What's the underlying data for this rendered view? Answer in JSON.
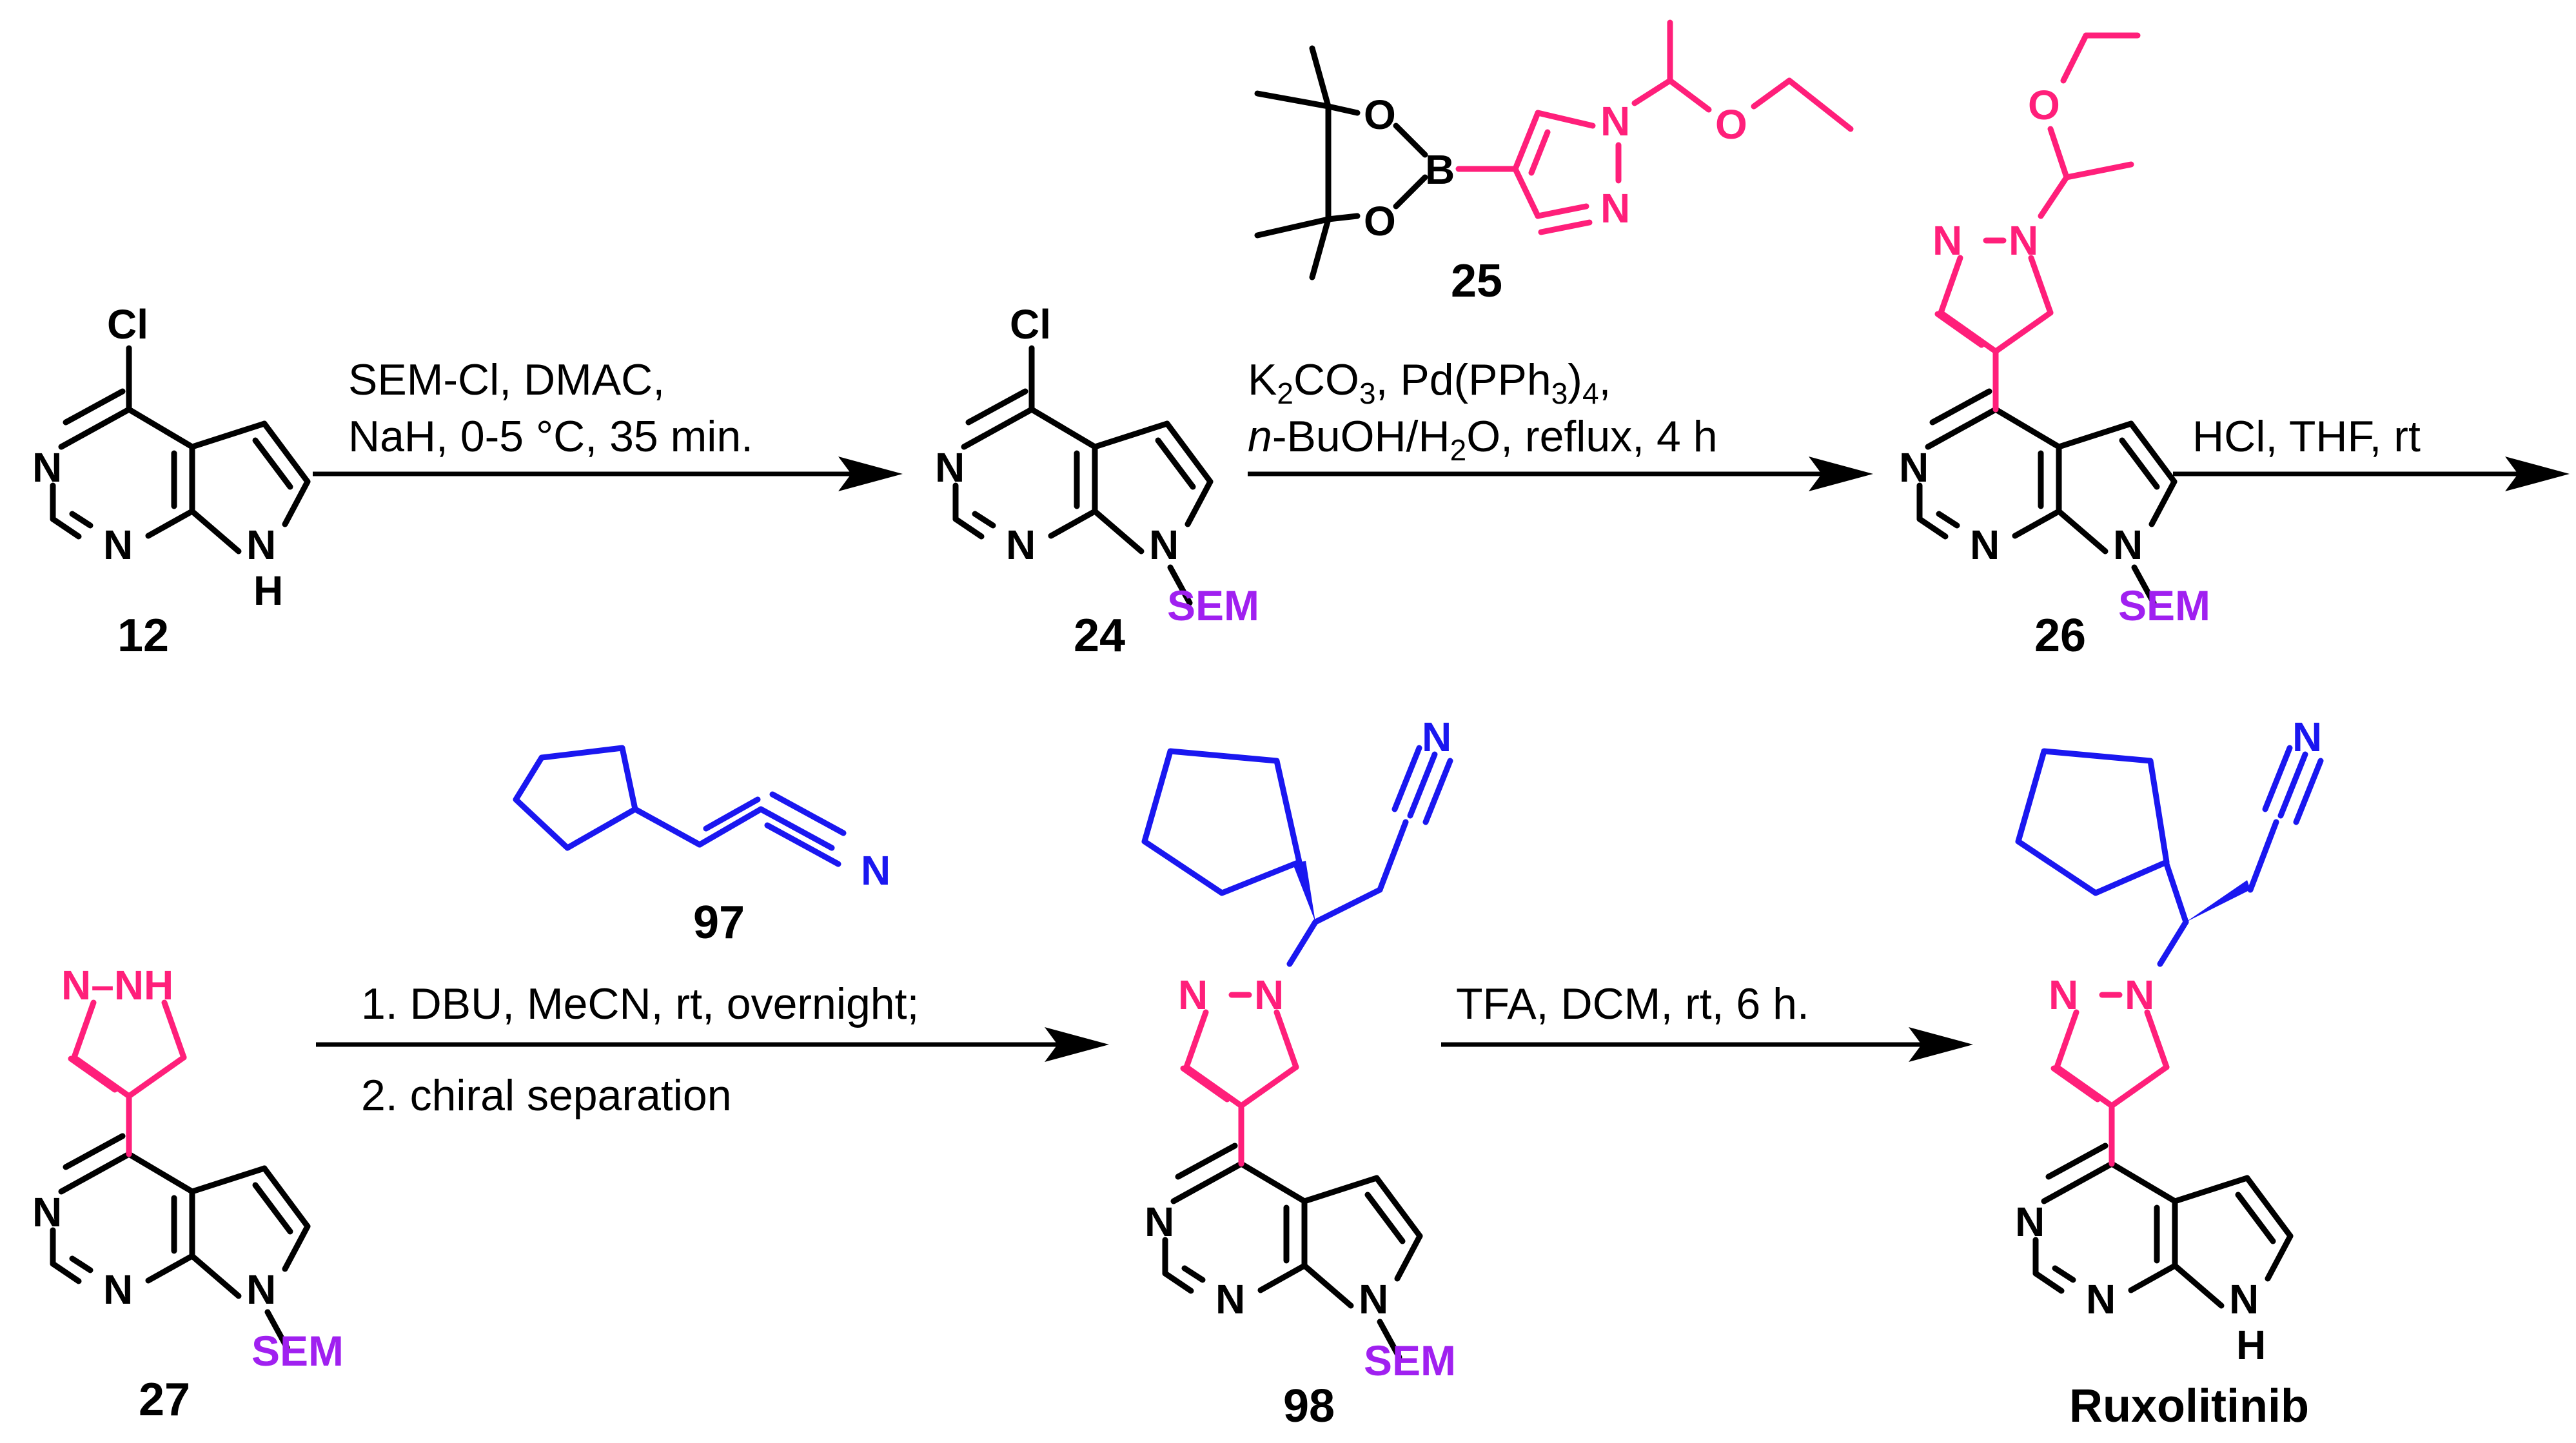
{
  "colors": {
    "core": "#000000",
    "pyrazole": "#ff1f7a",
    "side_chain": "#1a17f0",
    "protecting_group": "#a020f0"
  },
  "atoms": {
    "chlorine": "Cl",
    "nitrogen": "N",
    "hydrogen": "H",
    "boron": "B",
    "oxygen": "O",
    "pyrazole_nh": "N–NH",
    "sem": "SEM"
  },
  "compounds": {
    "c12": "12",
    "c24": "24",
    "c25": "25",
    "c26": "26",
    "c27": "27",
    "c97": "97",
    "c98": "98",
    "ruxolitinib": "Ruxolitinib"
  },
  "conditions": {
    "step1_line1": "SEM-Cl, DMAC,",
    "step1_line2": "NaH, 0-5 °C, 35 min.",
    "step2_line1_a": "K",
    "step2_line1_b": "2",
    "step2_line1_c": "CO",
    "step2_line1_d": "3",
    "step2_line1_e": ", Pd(PPh",
    "step2_line1_f": "3",
    "step2_line1_g": ")",
    "step2_line1_h": "4",
    "step2_line1_i": ",",
    "step2_line2_a": "n",
    "step2_line2_b": "-BuOH/H",
    "step2_line2_c": "2",
    "step2_line2_d": "O, reflux, 4 h",
    "step3": "HCl, THF, rt",
    "step4_line1": "1. DBU, MeCN, rt, overnight;",
    "step4_line2": "2. chiral separation",
    "step5": "TFA, DCM, rt, 6 h."
  }
}
